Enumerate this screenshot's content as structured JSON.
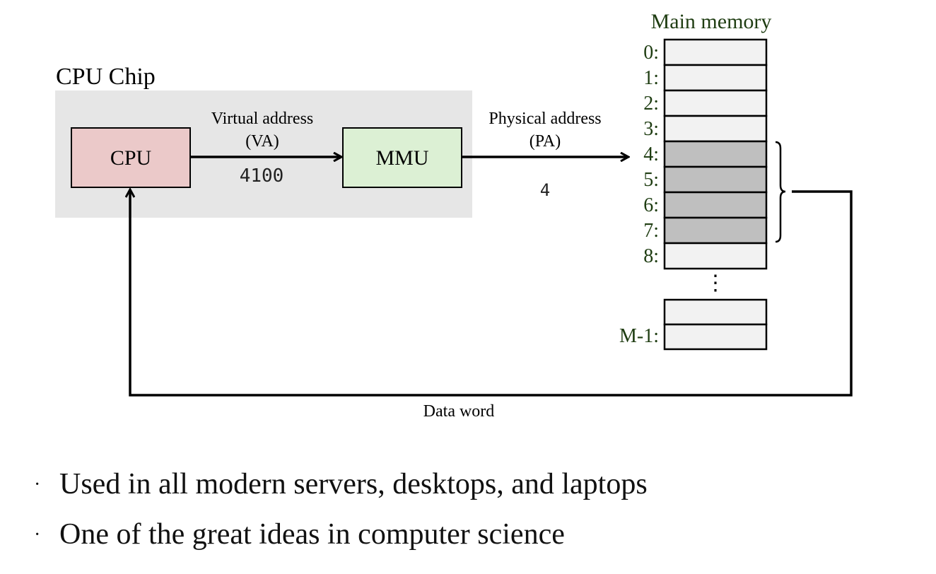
{
  "diagram": {
    "chip_label": "CPU Chip",
    "cpu_label": "CPU",
    "mmu_label": "MMU",
    "va_label_line1": "Virtual address",
    "va_label_line2": "(VA)",
    "va_value": "4100",
    "pa_label_line1": "Physical address",
    "pa_label_line2": "(PA)",
    "pa_value": "4",
    "memory_title": "Main memory",
    "memory_rows": [
      "0:",
      "1:",
      "2:",
      "3:",
      "4:",
      "5:",
      "6:",
      "7:",
      "8:"
    ],
    "last_row_label": "M-1:",
    "ellipsis": "⋮",
    "data_word_label": "Data word",
    "colors": {
      "chip_bg": "#e6e6e6",
      "cpu_fill": "#ebc9c9",
      "mmu_fill": "#dcf0d4",
      "memory_cell": "#f2f2f2",
      "memory_highlight": "#bfbfbf",
      "memory_label": "#1f3d12"
    }
  },
  "bullets": [
    "Used in all modern servers, desktops, and laptops",
    "One of the great ideas in computer science"
  ],
  "bullet_marker": "·"
}
